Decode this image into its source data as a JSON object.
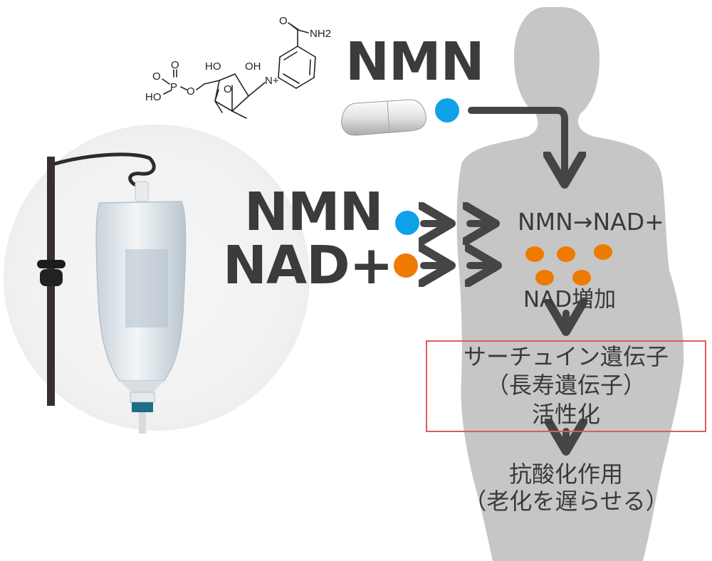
{
  "molecule": {
    "atoms": {
      "o1": "O",
      "p": "P",
      "o_left": "O",
      "o_link": "O",
      "ho": "HO",
      "ho_top": "HO",
      "oh_top": "OH",
      "ring_o": "O",
      "n_plus": "N+",
      "amide_o": "O",
      "nh2": "NH2"
    }
  },
  "labels": {
    "nmn_top": "NMN",
    "nmn_side": "NMN",
    "nad_side": "NAD+",
    "conversion": "NMN→NAD+",
    "nad_increase": "NAD増加",
    "boxed_line1": "サーチュイン遺伝子",
    "boxed_line2": "（長寿遺伝子）",
    "boxed_line3": "活性化",
    "effect_line1": "抗酸化作用",
    "effect_line2": "（老化を遅らせる）"
  },
  "colors": {
    "nmn_dot": "#0ea1e8",
    "nad_dot": "#ee7a00",
    "arrow": "#454545",
    "silhouette": "#c6c6c6",
    "box_border": "#e05a5a",
    "text": "#3b3b3b"
  }
}
